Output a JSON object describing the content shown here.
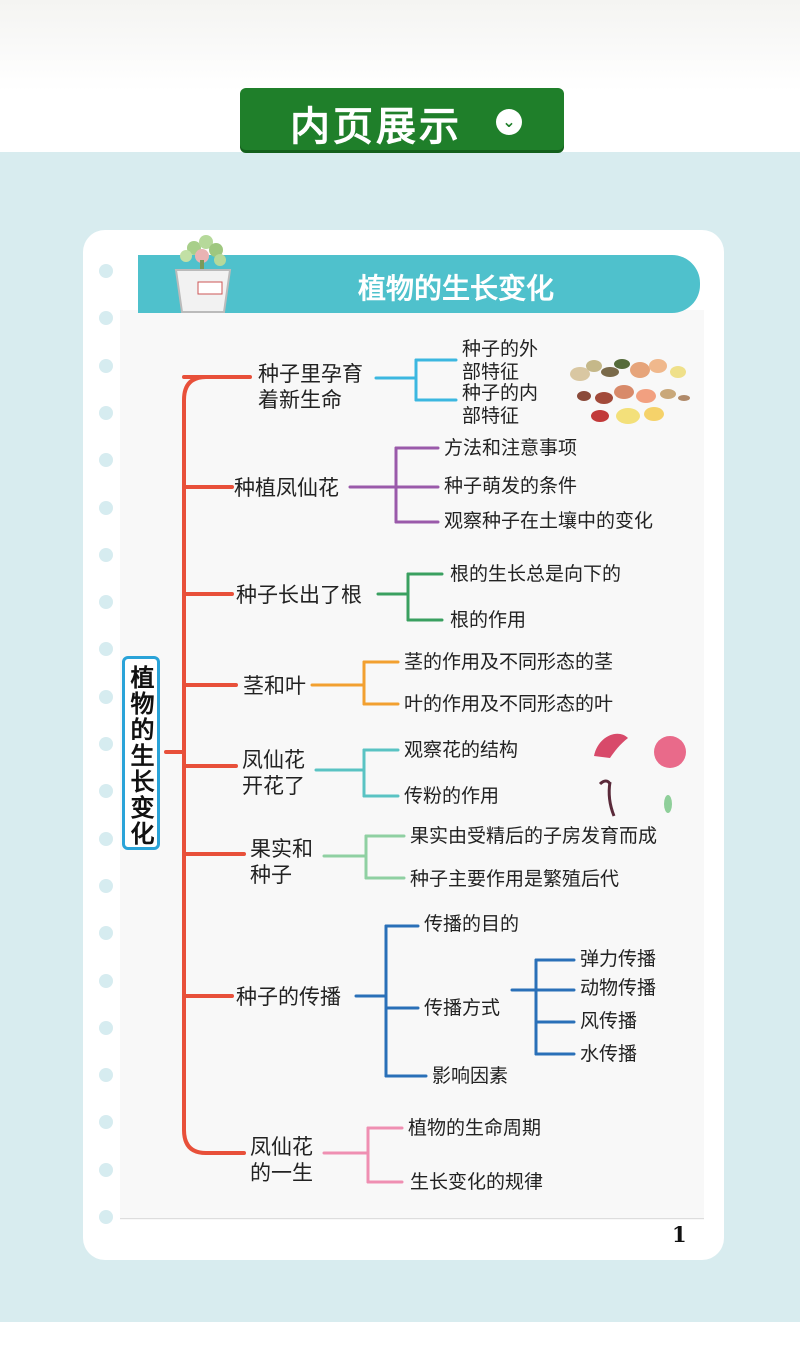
{
  "banner": {
    "title": "内页展示",
    "icon": "chevron-down-icon"
  },
  "page": {
    "title": "植物的生长变化",
    "root": "植物的生长变化",
    "page_number": "1"
  },
  "colors": {
    "banner": "#1f7f2a",
    "header": "#4fc1cc",
    "background": "#d8ecef",
    "trunk": "#e8503a"
  },
  "branches": [
    {
      "label": "种子里孕育\n着新生命",
      "children": [
        "种子的外\n部特征",
        "种子的内\n部特征"
      ]
    },
    {
      "label": "种植凤仙花",
      "children": [
        "方法和注意事项",
        "种子萌发的条件",
        "观察种子在土壤中的变化"
      ]
    },
    {
      "label": "种子长出了根",
      "children": [
        "根的生长总是向下的",
        "根的作用"
      ]
    },
    {
      "label": "茎和叶",
      "children": [
        "茎的作用及不同形态的茎",
        "叶的作用及不同形态的叶"
      ]
    },
    {
      "label": "凤仙花\n开花了",
      "children": [
        "观察花的结构",
        "传粉的作用"
      ]
    },
    {
      "label": "果实和\n种子",
      "children": [
        "果实由受精后的子房发育而成",
        "种子主要作用是繁殖后代"
      ]
    },
    {
      "label": "种子的传播",
      "children": [
        "传播的目的",
        "传播方式",
        "影响因素"
      ],
      "subchildren": [
        "弹力传播",
        "动物传播",
        "风传播",
        "水传播"
      ]
    },
    {
      "label": "凤仙花\n的一生",
      "children": [
        "植物的生命周期",
        "生长变化的规律"
      ]
    }
  ]
}
